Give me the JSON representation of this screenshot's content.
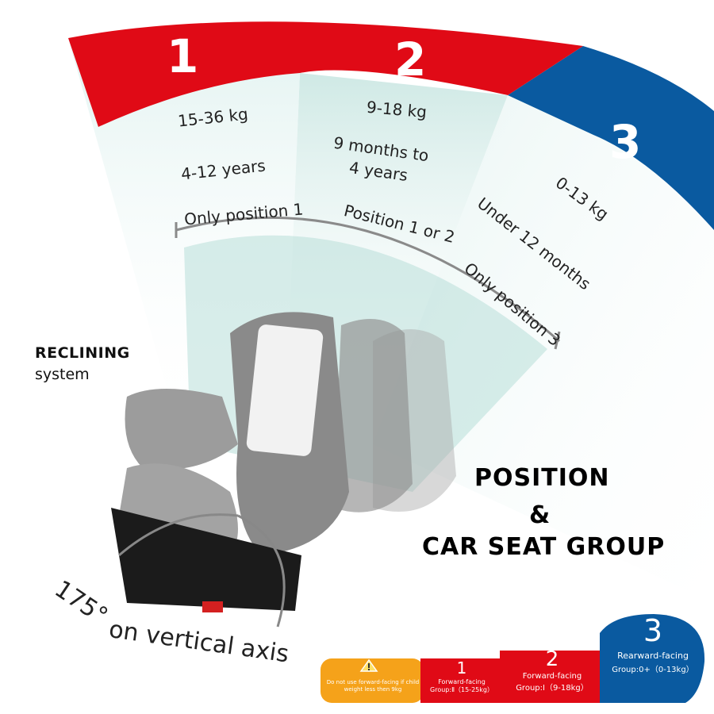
{
  "groups": [
    {
      "number": "1",
      "weight": "15-36 kg",
      "age": "4-12 years",
      "position_note": "Only position 1",
      "color": "#e00a16"
    },
    {
      "number": "2",
      "weight": "9-18 kg",
      "age": "9 months to 4 years",
      "age_line1": "9 months to",
      "age_line2": "4 years",
      "position_note": "Position 1 or 2",
      "color": "#e00a16"
    },
    {
      "number": "3",
      "weight": "0-13 kg",
      "age": "Under 12 months",
      "position_note": "Only position 3",
      "color": "#0a5aa0"
    }
  ],
  "reclining": {
    "title": "RECLINING",
    "subtitle": "system"
  },
  "heading": {
    "line1": "POSITION",
    "line2": "&",
    "line3": "CAR SEAT GROUP"
  },
  "rotation": {
    "degrees": "175°",
    "label": "on vertical axis"
  },
  "legend": {
    "warning": {
      "icon": "warning-icon",
      "text": "Do not use forward-facing if child weight less then 9kg",
      "color": "#f5a21a"
    },
    "tabs": [
      {
        "number": "1",
        "label": "Forward-facing",
        "group": "Group:Ⅱ（15-25kg）",
        "color": "#e00a16"
      },
      {
        "number": "2",
        "label": "Forward-facing",
        "group": "Group:Ⅰ（9-18kg）",
        "color": "#e00a16"
      },
      {
        "number": "3",
        "label": "Rearward-facing",
        "group": "Group:0+（0-13kg）",
        "color": "#0a5aa0"
      }
    ]
  },
  "colors": {
    "red": "#e00a16",
    "blue": "#0a5aa0",
    "teal_light": "#dcefec",
    "teal_mid": "#c4e4df",
    "teal_dark": "#9ed2c9"
  }
}
